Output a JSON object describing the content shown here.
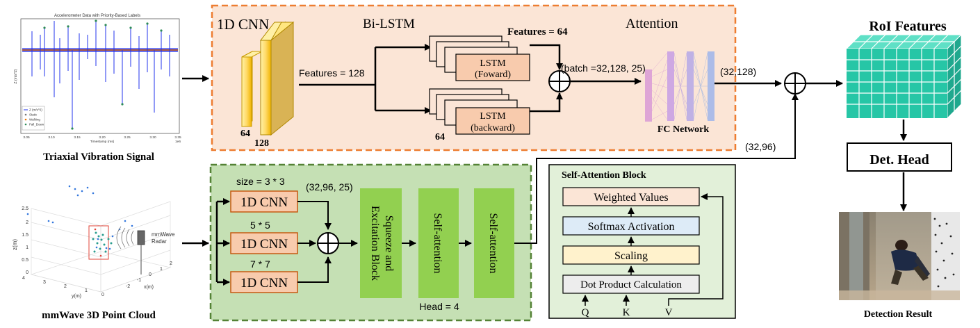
{
  "left": {
    "vibration_caption": "Triaxial  Vibration Signal",
    "cloud_caption": "mmWave 3D Point Cloud",
    "plot_title": "Accelerometer Data with Priority-Based Labels",
    "plot_ylabel": "Z (m/s^2)",
    "plot_xlabel": "Timestamp (ms)",
    "plot_xunit": "1e6",
    "plot_xticks": [
      "3.05",
      "3.10",
      "3.15",
      "3.20",
      "3.25",
      "3.30",
      "3.35"
    ],
    "legend": [
      "Z (m/s^2)",
      "Static",
      "Walking",
      "Fall_Down"
    ],
    "cloud_zlabel": "z(m)",
    "cloud_ylabel": "y(m)",
    "cloud_xlabel": "x(m)",
    "cloud_zticks": [
      "2.5",
      "2",
      "1.5",
      "1",
      "0.5",
      "0"
    ],
    "cloud_yticks": [
      "4",
      "3",
      "2",
      "1",
      "0"
    ],
    "cloud_xticks": [
      "-2",
      "-1",
      "0",
      "1",
      "2"
    ],
    "radar_label_1": "mmWave",
    "radar_label_2": "Radar"
  },
  "top_branch": {
    "cnn_title": "1D CNN",
    "cnn_dim_a": "64",
    "cnn_dim_b": "128",
    "features_128": "Features = 128",
    "bilstm_title": "Bi-LSTM",
    "features_64": "Features = 64",
    "lstm_fwd_1": "LSTM",
    "lstm_fwd_2": "(Foward)",
    "lstm_bwd_1": "LSTM",
    "lstm_bwd_2": "(backward)",
    "lstm_dim": "64",
    "batch_label": "(batch =32,128, 25)",
    "attention_title": "Attention",
    "fc_label": "FC Network",
    "out_shape": "(32,128)"
  },
  "bottom_branch": {
    "size_label": "size = 3 * 3",
    "shape_label": "(32,96, 25)",
    "cnn1": "1D CNN",
    "cnn2": "1D CNN",
    "cnn3": "1D CNN",
    "k5": "5 * 5",
    "k7": "7 * 7",
    "se_block_1": "Squeeze and",
    "se_block_2": "Excitation Block",
    "self_attn_1": "Self-attention",
    "self_attn_2": "Self-attention",
    "head_label": "Head = 4",
    "out_shape": "(32,96)"
  },
  "sab": {
    "title": "Self-Attention Block",
    "weighted": "Weighted Values",
    "softmax": "Softmax Activation",
    "scaling": "Scaling",
    "dot": "Dot Product Calculation",
    "q": "Q",
    "k": "K",
    "v": "V"
  },
  "right": {
    "roi_title": "RoI Features",
    "det_head": "Det. Head",
    "result_caption": "Detection Result"
  },
  "colors": {
    "top_panel_fill": "#fbe5d6",
    "top_panel_border": "#ed7d31",
    "bottom_panel_fill": "#c5e0b4",
    "bottom_panel_border": "#548235",
    "cnn_box_fill": "#f8cbad",
    "cnn_box_border": "#c55a11",
    "green_block": "#92d050",
    "roi_cube": "#26c6a6",
    "cnn_layer": "#ffd966"
  }
}
